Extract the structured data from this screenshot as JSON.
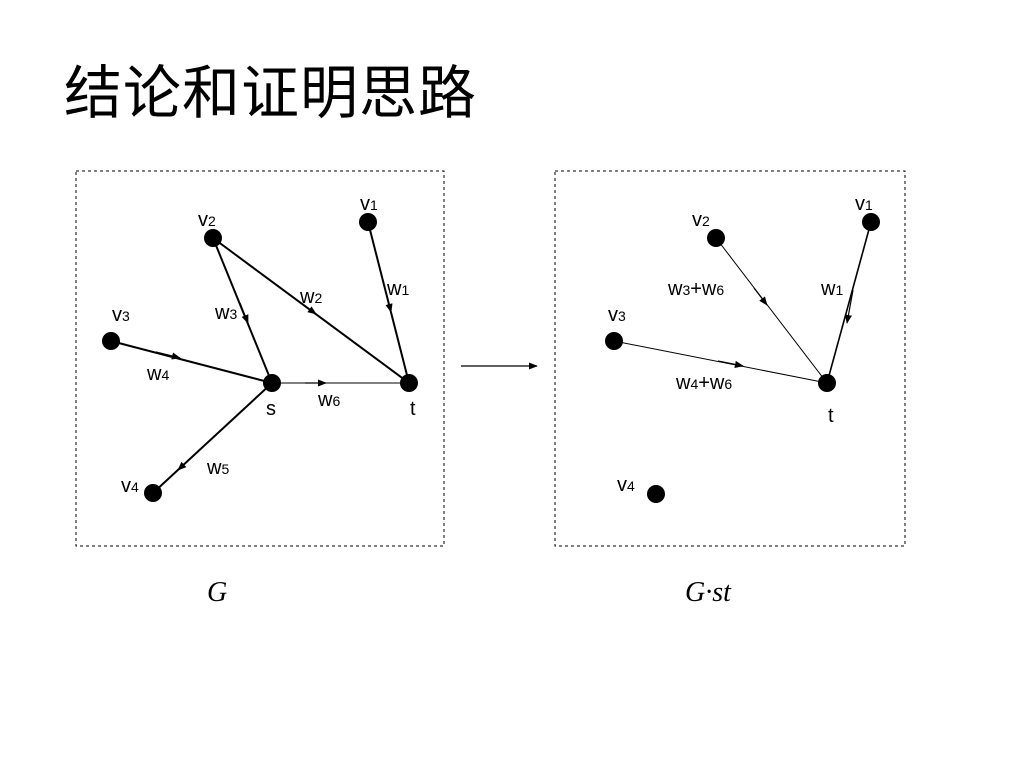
{
  "title": "结论和证明思路",
  "left_graph": {
    "caption": "G",
    "nodes": [
      {
        "id": "v1",
        "label": "v",
        "sub": "1"
      },
      {
        "id": "v2",
        "label": "v",
        "sub": "2"
      },
      {
        "id": "v3",
        "label": "v",
        "sub": "3"
      },
      {
        "id": "v4",
        "label": "v",
        "sub": "4"
      },
      {
        "id": "s",
        "label": "s",
        "sub": ""
      },
      {
        "id": "t",
        "label": "t",
        "sub": ""
      }
    ],
    "edges": [
      {
        "from": "v1",
        "to": "t",
        "weight": "w1"
      },
      {
        "from": "v2",
        "to": "t",
        "weight": "w2"
      },
      {
        "from": "v2",
        "to": "s",
        "weight": "w3"
      },
      {
        "from": "v3",
        "to": "s",
        "weight": "w4"
      },
      {
        "from": "s",
        "to": "v4",
        "weight": "w5"
      },
      {
        "from": "s",
        "to": "t",
        "weight": "w6"
      }
    ]
  },
  "right_graph": {
    "caption": "G·st",
    "nodes": [
      {
        "id": "v1",
        "label": "v",
        "sub": "1"
      },
      {
        "id": "v2",
        "label": "v",
        "sub": "2"
      },
      {
        "id": "v3",
        "label": "v",
        "sub": "3"
      },
      {
        "id": "v4",
        "label": "v",
        "sub": "4"
      },
      {
        "id": "t",
        "label": "t",
        "sub": ""
      }
    ],
    "edges": [
      {
        "from": "v1",
        "to": "t",
        "weight": "w1"
      },
      {
        "from": "v2",
        "to": "t",
        "weight": "w3+w6"
      },
      {
        "from": "v3",
        "to": "t",
        "weight": "w4+w6"
      }
    ]
  },
  "colors": {
    "ink": "#000000",
    "background": "#ffffff"
  }
}
